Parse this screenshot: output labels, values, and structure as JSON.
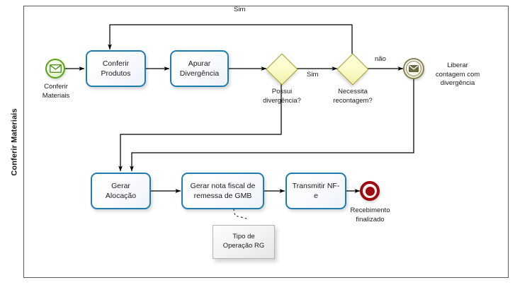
{
  "diagram": {
    "type": "bpmn-process",
    "pool": {
      "label": "Conferir Materiais"
    }
  },
  "events": {
    "start": {
      "name": "message-start-event",
      "caption": "Conferir\nMateriais",
      "icon": "envelope-icon",
      "color": "#5aa21a"
    },
    "intermediate": {
      "name": "intermediate-message-throw-event",
      "caption": "Liberar\ncontagem com\ndivergência",
      "icon": "envelope-filled-icon",
      "color": "#878556"
    },
    "end": {
      "name": "terminate-end-event",
      "caption": "Recebimento\nfinalizado",
      "color": "#9e0b11"
    }
  },
  "tasks": [
    {
      "id": "conferir-produtos",
      "label": "Conferir\nProdutos"
    },
    {
      "id": "apurar-divergencia",
      "label": "Apurar\nDivergência"
    },
    {
      "id": "gerar-alocacao",
      "label": "Gerar Alocação"
    },
    {
      "id": "gerar-nota-fiscal",
      "label": "Gerar nota fiscal de\nremessa de GMB"
    },
    {
      "id": "transmitir-nfe",
      "label": "Transmitir NF-e"
    }
  ],
  "gateways": [
    {
      "id": "possui-divergencia",
      "caption": "Possui\ndivergência?",
      "color": "#9c9b20"
    },
    {
      "id": "necessita-recontagem",
      "caption": "Necessita\nrecontagem?",
      "color": "#9c9b20"
    }
  ],
  "flow_labels": {
    "loop_sim": "Sim",
    "possui_divergencia_sim": "Sim",
    "necessita_recontagem_nao": "não"
  },
  "data_object": {
    "id": "tipo-operacao-rg",
    "label": "Tipo de\nOperação RG"
  }
}
